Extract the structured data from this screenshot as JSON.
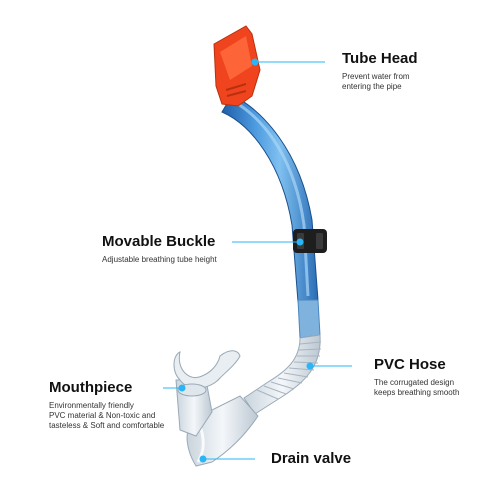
{
  "accent_color": "#29b6f6",
  "parts": {
    "tube_head": {
      "title": "Tube Head",
      "desc": [
        "Prevent water from",
        "entering the pipe"
      ]
    },
    "movable_buckle": {
      "title": "Movable Buckle",
      "desc": [
        "Adjustable breathing tube height"
      ]
    },
    "pvc_hose": {
      "title": "PVC Hose",
      "desc": [
        "The corrugated design",
        "keeps breathing smooth"
      ]
    },
    "mouthpiece": {
      "title": "Mouthpiece",
      "desc": [
        "Environmentally friendly",
        "PVC material & Non-toxic and",
        "tasteless & Soft and comfortable"
      ]
    },
    "drain_valve": {
      "title": "Drain valve",
      "desc": []
    }
  }
}
